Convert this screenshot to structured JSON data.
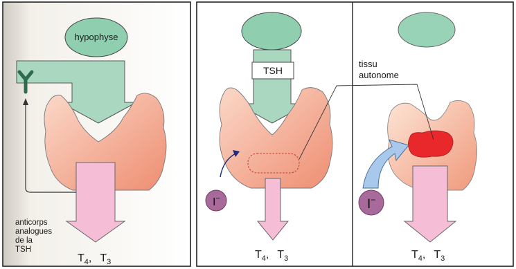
{
  "panel1": {
    "hypophyse_label": "hypophyse",
    "antibody_label_lines": [
      "anticorps",
      "analogues",
      "de la",
      "TSH"
    ],
    "hormone_T4": "T",
    "hormone_T4_sub": "4",
    "hormone_sep": ",",
    "hormone_T3": "T",
    "hormone_T3_sub": "3"
  },
  "panel2": {
    "tsh_label": "TSH",
    "iodide_label": "I",
    "iodide_charge": "−",
    "hormone_T4": "T",
    "hormone_T4_sub": "4",
    "hormone_sep": ",",
    "hormone_T3": "T",
    "hormone_T3_sub": "3"
  },
  "panel3": {
    "tissue_label_lines": [
      "tissu",
      "autonome"
    ],
    "iodide_label": "I",
    "iodide_charge": "−",
    "hormone_T4": "T",
    "hormone_T4_sub": "4",
    "hormone_sep": ",",
    "hormone_T3": "T",
    "hormone_T3_sub": "3"
  },
  "colors": {
    "pituitary_fill": "#8fcfb0",
    "tsh_arrow_fill": "#a9d7c0",
    "thyroid_fill": "#f2a48a",
    "hormone_arrow_fill": "#f6bdd6",
    "iodide_circle_fill": "#a86a9a",
    "autonomous_tissue": "#e8282a",
    "antibody_color": "#2f6b4f",
    "iodide_arrow_fill": "#a8c8ec"
  }
}
